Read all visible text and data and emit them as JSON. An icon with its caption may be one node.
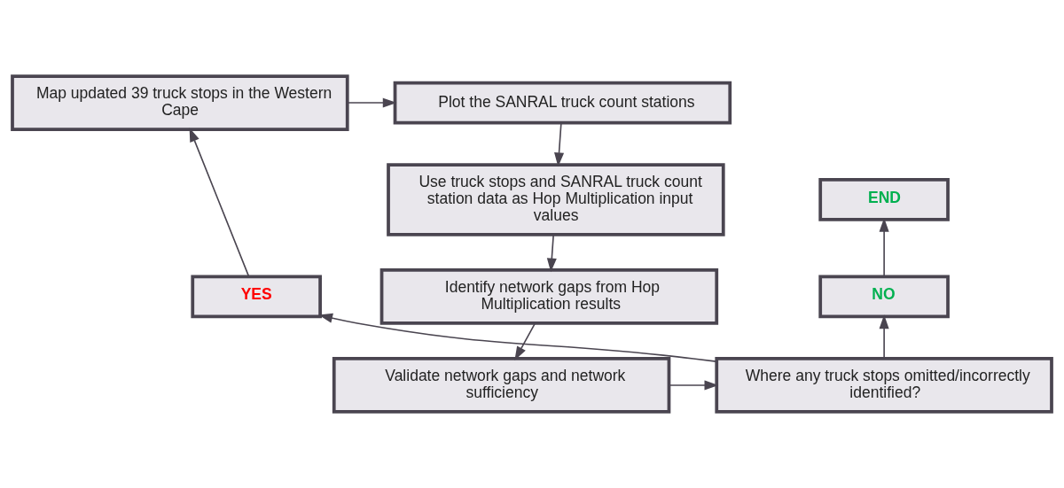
{
  "diagram": {
    "nodes": [
      {
        "text": [
          "Map updated 39 truck stops in the Western Cape"
        ]
      },
      {
        "text": [
          "Plot the SANRAL truck count stations"
        ]
      },
      {
        "text": [
          "Use truck stops and SANRAL truck count station data as Hop Multiplication input values"
        ]
      },
      {
        "text": [
          "Identify network gaps from Hop Multiplication results"
        ]
      },
      {
        "text": [
          "Validate network gaps and network sufficiency"
        ]
      },
      {
        "text": [
          "Where any truck stops omitted/incorrectly identified?"
        ]
      },
      {
        "text": [
          "YES"
        ]
      },
      {
        "text": [
          "NO"
        ]
      },
      {
        "text": [
          "END"
        ]
      }
    ],
    "edges": [
      {
        "from": 0,
        "to": 1,
        "arrow": "to"
      },
      {
        "from": 1,
        "to": 2,
        "arrow": "to"
      },
      {
        "from": 2,
        "to": 3,
        "arrow": "to"
      },
      {
        "from": 3,
        "to": 4,
        "arrow": "to"
      },
      {
        "from": 4,
        "to": 5,
        "arrow": "to"
      },
      {
        "from": 5,
        "to": 6,
        "arrow": "to"
      },
      {
        "from": 5,
        "to": 7,
        "arrow": "to"
      },
      {
        "from": 6,
        "to": 0,
        "arrow": "to"
      },
      {
        "from": 7,
        "to": 8,
        "arrow": "to"
      }
    ]
  }
}
